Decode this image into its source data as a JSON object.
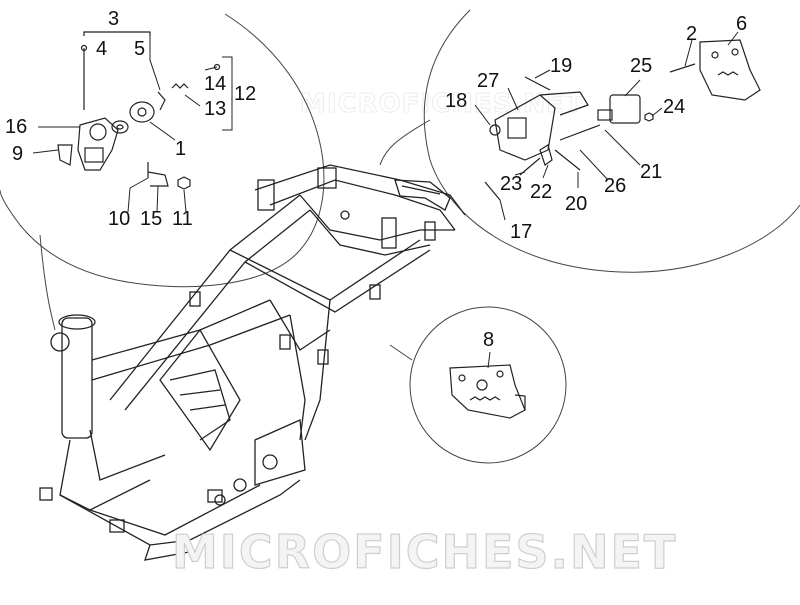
{
  "diagram": {
    "watermark": "MICROFICHES.NET",
    "callouts": {
      "c1": "1",
      "c2": "2",
      "c3": "3",
      "c4": "4",
      "c5": "5",
      "c6": "6",
      "c8": "8",
      "c9": "9",
      "c10": "10",
      "c11": "11",
      "c12": "12",
      "c13": "13",
      "c14": "14",
      "c15": "15",
      "c16": "16",
      "c17": "17",
      "c18": "18",
      "c19": "19",
      "c20": "20",
      "c21": "21",
      "c22": "22",
      "c23": "23",
      "c24": "24",
      "c25": "25",
      "c26": "26",
      "c27": "27"
    }
  }
}
